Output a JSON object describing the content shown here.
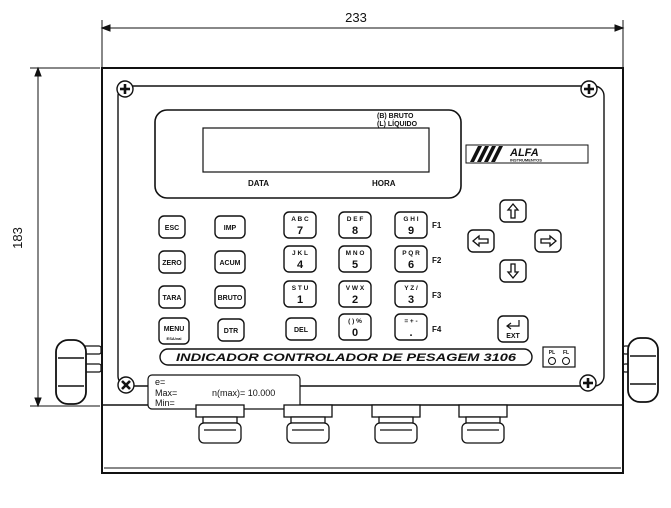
{
  "dimensions": {
    "width": "233",
    "height": "183"
  },
  "display": {
    "mode_bruto": "(B) BRUTO",
    "mode_liquido": "(L) LÍQUIDO",
    "data_label": "DATA",
    "hora_label": "HORA"
  },
  "brand": {
    "logo_text": "ALFA",
    "logo_subtext": "INSTRUMENTOS"
  },
  "left_keys": {
    "esc": "ESC",
    "imp": "IMP",
    "zero": "ZERO",
    "acum": "ACUM",
    "tara": "TARA",
    "bruto": "BRUTO",
    "menu": "MENU",
    "menu_sub": "ESA/val",
    "dtr": "DTR"
  },
  "numpad": {
    "k7": {
      "letters": "A B C",
      "digit": "7"
    },
    "k8": {
      "letters": "D E F",
      "digit": "8"
    },
    "k9": {
      "letters": "G H I",
      "digit": "9"
    },
    "k4": {
      "letters": "J K L",
      "digit": "4"
    },
    "k5": {
      "letters": "M N O",
      "digit": "5"
    },
    "k6": {
      "letters": "P Q R",
      "digit": "6"
    },
    "k1": {
      "letters": "S T U",
      "digit": "1"
    },
    "k2": {
      "letters": "V W X",
      "digit": "2"
    },
    "k3": {
      "letters": "Y Z /",
      "digit": "3"
    },
    "del": "DEL",
    "k0": {
      "letters": "( ) %",
      "digit": "0"
    },
    "kdot": {
      "letters": "= + -",
      "digit": "."
    }
  },
  "function_keys": {
    "f1": "F1",
    "f2": "F2",
    "f3": "F3",
    "f4": "F4"
  },
  "nav": {
    "ext": "EXT"
  },
  "indicator_title": "INDICADOR CONTROLADOR DE PESAGEM 3106",
  "badge": {
    "left": "PL",
    "right": "FL"
  },
  "label_plate": {
    "e": "e=",
    "max": "Max=",
    "min": "Min=",
    "nmax": "n(max)= 10.000"
  },
  "icons": {
    "screw": "phillips-screw-icon",
    "arrows": [
      "arrow-up-icon",
      "arrow-left-icon",
      "arrow-right-icon",
      "arrow-down-icon"
    ],
    "enter": "enter-icon"
  }
}
